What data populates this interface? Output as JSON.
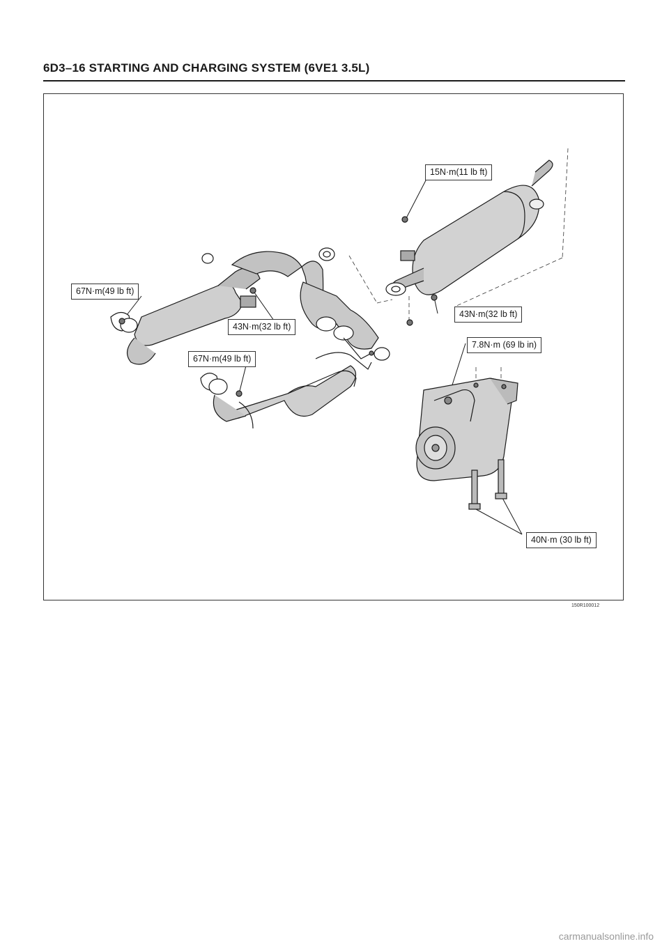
{
  "page": {
    "title": "6D3–16  STARTING AND CHARGING SYSTEM (6VE1 3.5L)",
    "figure_id": "150R100012",
    "footer_site": "carmanualsonline.info"
  },
  "callouts": {
    "c1": "15N·m(11 lb ft)",
    "c2": "67N·m(49 lb ft)",
    "c3": "43N·m(32 lb ft)",
    "c4": "43N·m(32 lb ft)",
    "c5": "67N·m(49 lb ft)",
    "c6": "7.8N·m (69 lb in)",
    "c7": "40N·m (30 lb ft)"
  },
  "colors": {
    "line": "#1a1a1a",
    "shade": "#c8c8c8",
    "dark": "#8a8a8a"
  }
}
